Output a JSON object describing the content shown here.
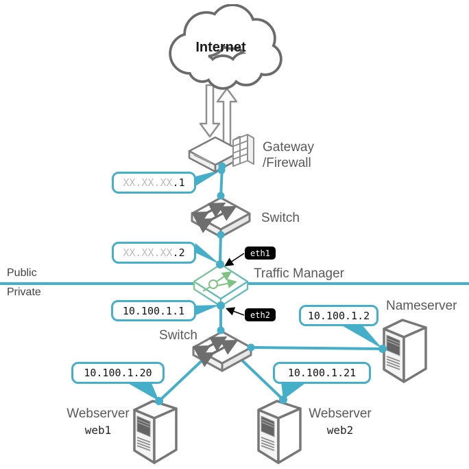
{
  "colors": {
    "accent": "#45aec9",
    "icon_gray": "#7c7c7c",
    "label_gray": "#595959",
    "muted": "#bdbdbd",
    "badge_bg": "#000000",
    "glyph_green": "#7ec183",
    "gradient_green": "#8bc98b",
    "gradient_blue": "#52b3d3"
  },
  "zones": {
    "public": "Public",
    "private": "Private"
  },
  "nodes": {
    "internet": "Internet",
    "gateway_line1": "Gateway",
    "gateway_line2": "/Firewall",
    "switch_public": "Switch",
    "switch_private": "Switch",
    "traffic_manager": "Traffic Manager",
    "nameserver": "Nameserver",
    "webserver1_role": "Webserver",
    "webserver1_host": "web1",
    "webserver2_role": "Webserver",
    "webserver2_host": "web2"
  },
  "interfaces": {
    "eth1": "eth1",
    "eth2": "eth2"
  },
  "callouts": {
    "gateway_ip": {
      "prefix": "XX.XX.XX",
      "suffix": ".1"
    },
    "tm_public_ip": {
      "prefix": "XX.XX.XX",
      "suffix": ".2"
    },
    "tm_private_ip": {
      "prefix": "",
      "suffix": "10.100.1.1"
    },
    "nameserver_ip": {
      "prefix": "",
      "suffix": "10.100.1.2"
    },
    "web1_ip": {
      "prefix": "",
      "suffix": "10.100.1.20"
    },
    "web2_ip": {
      "prefix": "",
      "suffix": "10.100.1.21"
    }
  }
}
